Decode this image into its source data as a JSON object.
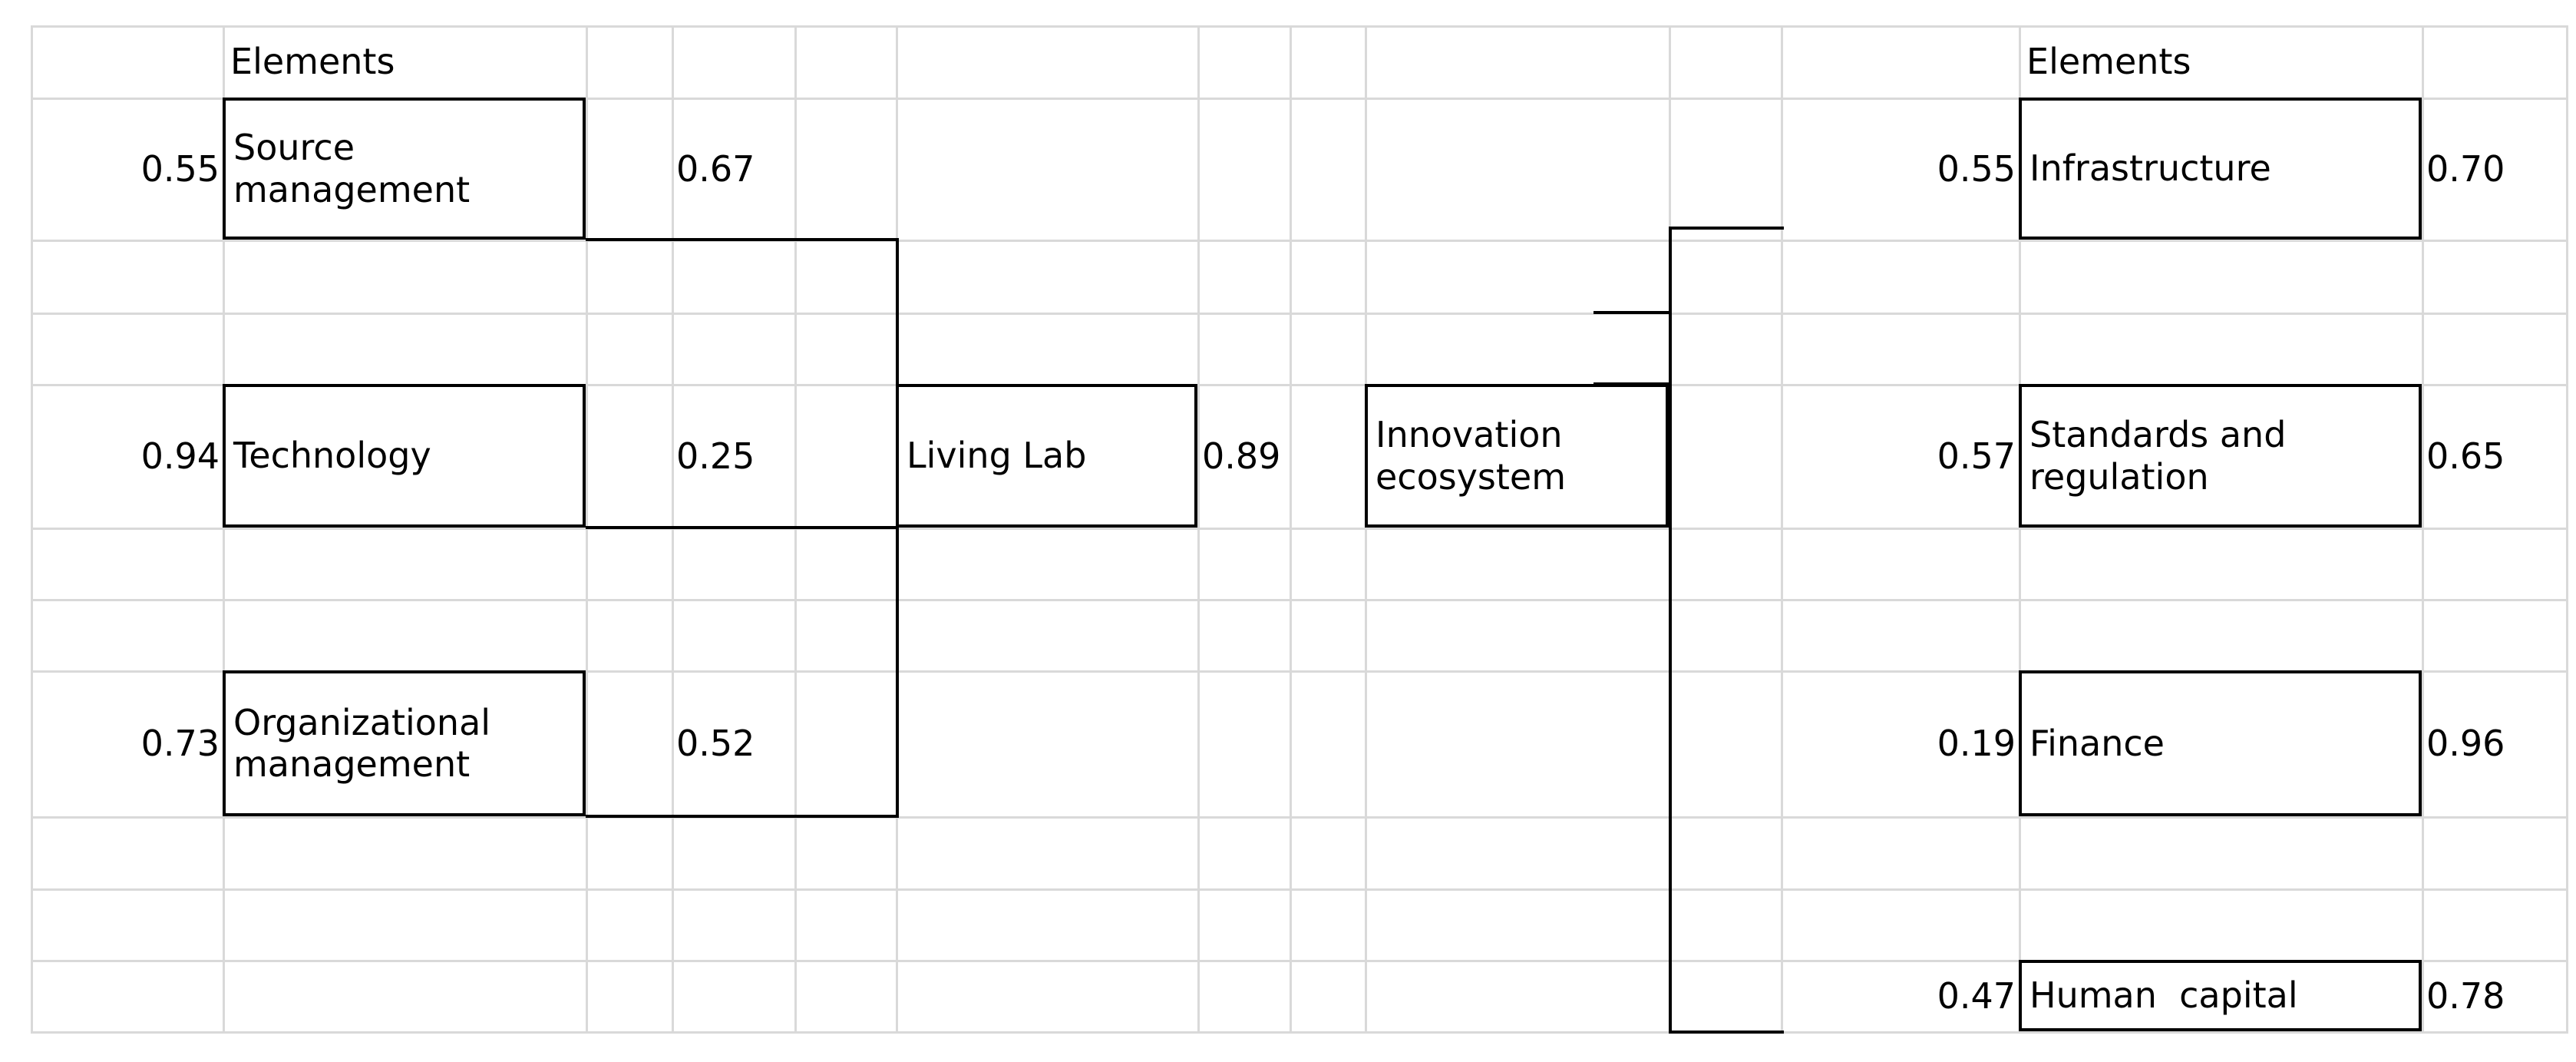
{
  "chart_data": {
    "type": "diagram",
    "title": "",
    "headers": [
      "Elements",
      "Elements"
    ],
    "left_group": {
      "label": "Elements",
      "items": [
        {
          "name": "Source management",
          "in_weight": "0.55",
          "out_weight": "0.67"
        },
        {
          "name": "Technology",
          "in_weight": "0.94",
          "out_weight": "0.25"
        },
        {
          "name": "Organizational management",
          "in_weight": "0.73",
          "out_weight": "0.52"
        }
      ]
    },
    "center": {
      "node": "Living Lab",
      "out_weight": "0.89",
      "hub": "Innovation ecosystem"
    },
    "right_group": {
      "label": "Elements",
      "items": [
        {
          "name": "Infrastructure",
          "in_weight": "0.55",
          "out_weight": "0.70"
        },
        {
          "name": "Standards and regulation",
          "in_weight": "0.57",
          "out_weight": "0.65"
        },
        {
          "name": "Finance",
          "in_weight": "0.19",
          "out_weight": "0.96"
        },
        {
          "name": "Human  capital",
          "in_weight": "0.47",
          "out_weight": "0.78"
        }
      ]
    }
  },
  "labels": {
    "header_left": "Elements",
    "header_right": "Elements",
    "left_0_name": "Source management",
    "left_0_line1": "Source",
    "left_0_line2": "management",
    "left_0_in": "0.55",
    "left_0_out": "0.67",
    "left_1_name": "Technology",
    "left_1_in": "0.94",
    "left_1_out": "0.25",
    "left_2_line1": "Organizational",
    "left_2_line2": "management",
    "left_2_in": "0.73",
    "left_2_out": "0.52",
    "living_lab": "Living Lab",
    "living_lab_out": "0.89",
    "hub_line1": "Innovation",
    "hub_line2": "ecosystem",
    "right_0_name": "Infrastructure",
    "right_0_in": "0.55",
    "right_0_out": "0.70",
    "right_1_line1": "Standards and",
    "right_1_line2": "regulation",
    "right_1_in": "0.57",
    "right_1_out": "0.65",
    "right_2_name": "Finance",
    "right_2_in": "0.19",
    "right_2_out": "0.96",
    "right_3_name": "Human  capital",
    "right_3_in": "0.47",
    "right_3_out": "0.78"
  },
  "colors": {
    "grid": "#d9d9d9",
    "stroke": "#000000",
    "background": "#ffffff",
    "text": "#000000"
  }
}
